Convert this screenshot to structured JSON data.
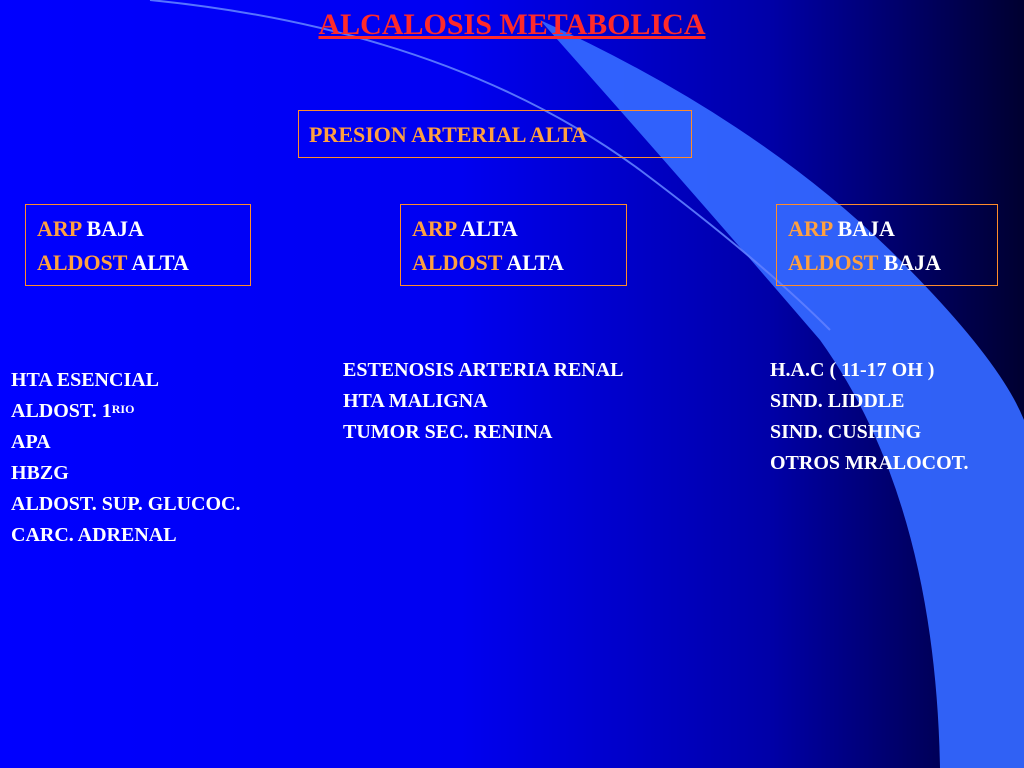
{
  "title": "ALCALOSIS METABOLICA",
  "top_box": "PRESION ARTERIAL ALTA",
  "boxes": [
    {
      "l1_key": "ARP",
      "l1_val": "BAJA",
      "l2_key": "ALDOST",
      "l2_val": "ALTA"
    },
    {
      "l1_key": "ARP",
      "l1_val": "ALTA",
      "l2_key": "ALDOST",
      "l2_val": "ALTA"
    },
    {
      "l1_key": "ARP",
      "l1_val": "BAJA",
      "l2_key": "ALDOST",
      "l2_val": "BAJA"
    }
  ],
  "lists": {
    "left": {
      "item0": "HTA ESENCIAL",
      "item1_main": "ALDOST. 1",
      "item1_sup": "RIO",
      "item2": "APA",
      "item3": "HBZG",
      "item4": "ALDOST. SUP. GLUCOC.",
      "item5": "CARC. ADRENAL"
    },
    "middle": [
      "ESTENOSIS ARTERIA RENAL",
      "HTA MALIGNA",
      "TUMOR SEC. RENINA"
    ],
    "right": [
      "H.A.C ( 11-17 OH )",
      "SIND. LIDDLE",
      "SIND. CUSHING",
      "OTROS MRALOCOT."
    ]
  },
  "colors": {
    "title": "#ff2a2a",
    "label": "#ffa040",
    "text": "#ffffff",
    "border": "#ff8c2a"
  }
}
